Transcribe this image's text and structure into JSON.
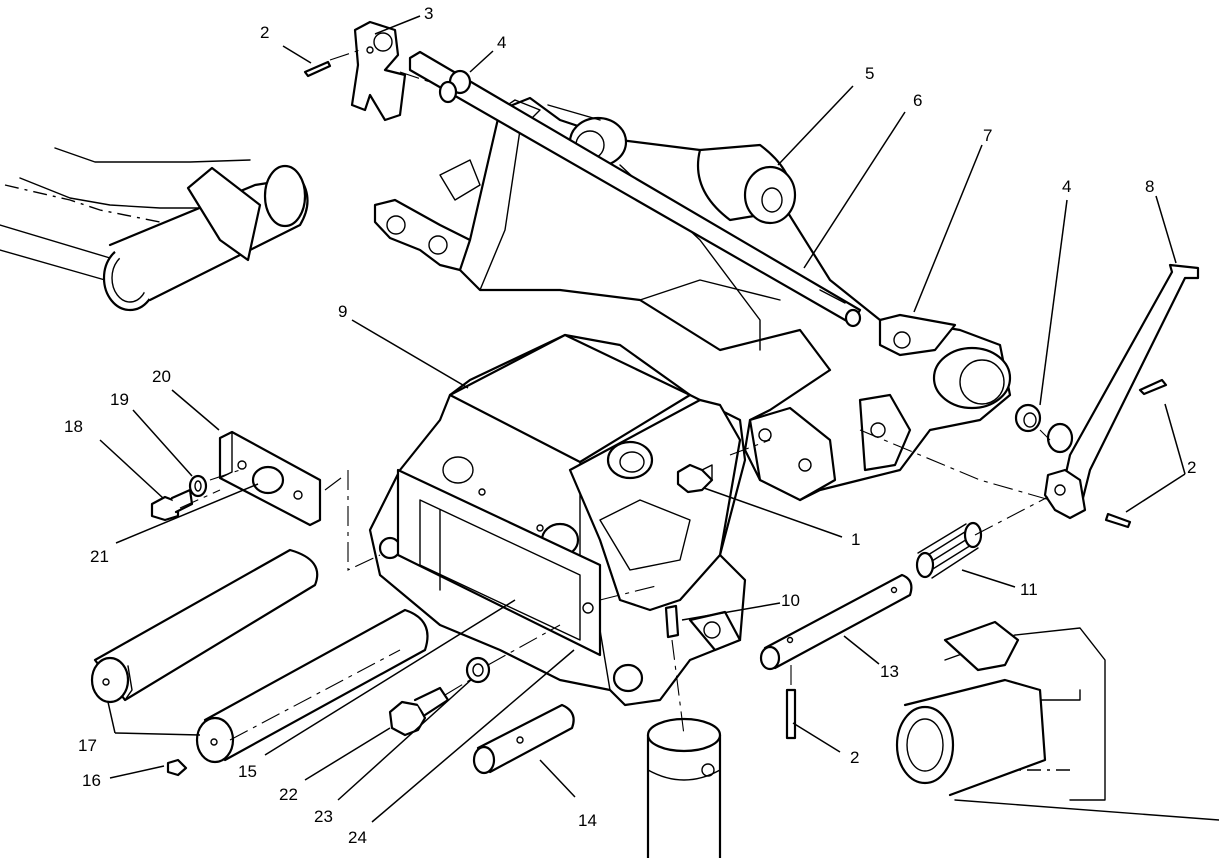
{
  "callouts": [
    {
      "id": "c1",
      "label": "1"
    },
    {
      "id": "c2a",
      "label": "2"
    },
    {
      "id": "c2b",
      "label": "2"
    },
    {
      "id": "c2c",
      "label": "2"
    },
    {
      "id": "c3",
      "label": "3"
    },
    {
      "id": "c4a",
      "label": "4"
    },
    {
      "id": "c4b",
      "label": "4"
    },
    {
      "id": "c5",
      "label": "5"
    },
    {
      "id": "c6",
      "label": "6"
    },
    {
      "id": "c7",
      "label": "7"
    },
    {
      "id": "c8",
      "label": "8"
    },
    {
      "id": "c9",
      "label": "9"
    },
    {
      "id": "c10",
      "label": "10"
    },
    {
      "id": "c11",
      "label": "11"
    },
    {
      "id": "c13",
      "label": "13"
    },
    {
      "id": "c14",
      "label": "14"
    },
    {
      "id": "c15",
      "label": "15"
    },
    {
      "id": "c16",
      "label": "16"
    },
    {
      "id": "c17",
      "label": "17"
    },
    {
      "id": "c18",
      "label": "18"
    },
    {
      "id": "c19",
      "label": "19"
    },
    {
      "id": "c20",
      "label": "20"
    },
    {
      "id": "c21",
      "label": "21"
    },
    {
      "id": "c22",
      "label": "22"
    },
    {
      "id": "c23",
      "label": "23"
    },
    {
      "id": "c24",
      "label": "24"
    }
  ]
}
